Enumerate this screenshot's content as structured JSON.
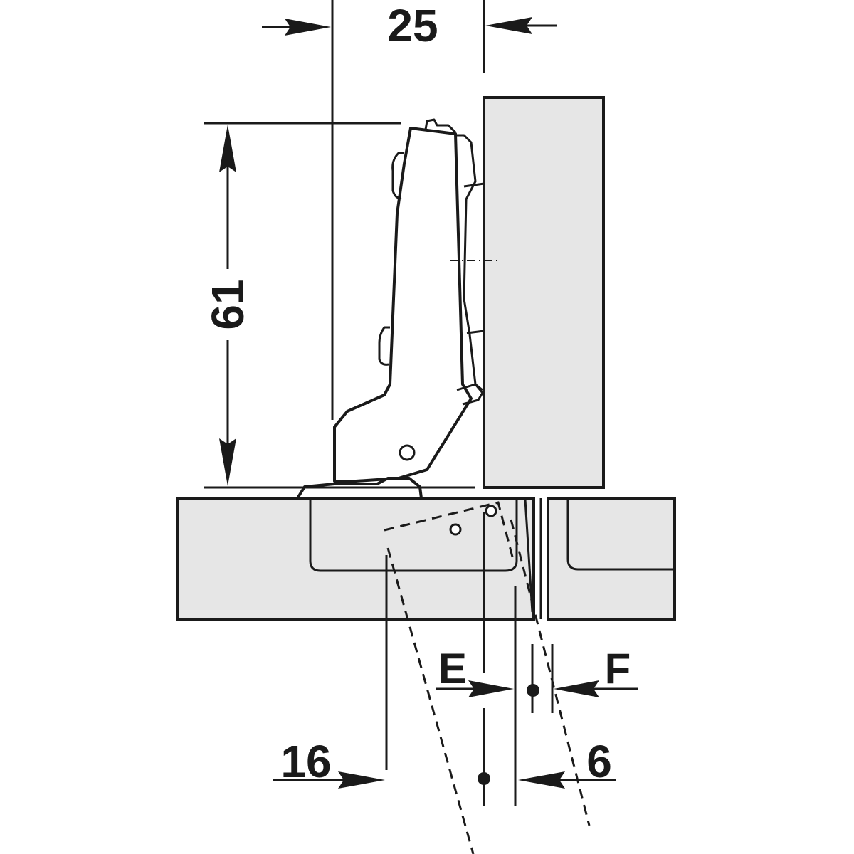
{
  "dimensions": {
    "width_label": "25",
    "height_label": "61",
    "offset_label_left": "16",
    "offset_label_right": "6",
    "label_e": "E",
    "label_f": "F"
  },
  "colors": {
    "panel_fill": "#e6e6e6",
    "line": "#1a1a1a",
    "background": "#ffffff"
  }
}
